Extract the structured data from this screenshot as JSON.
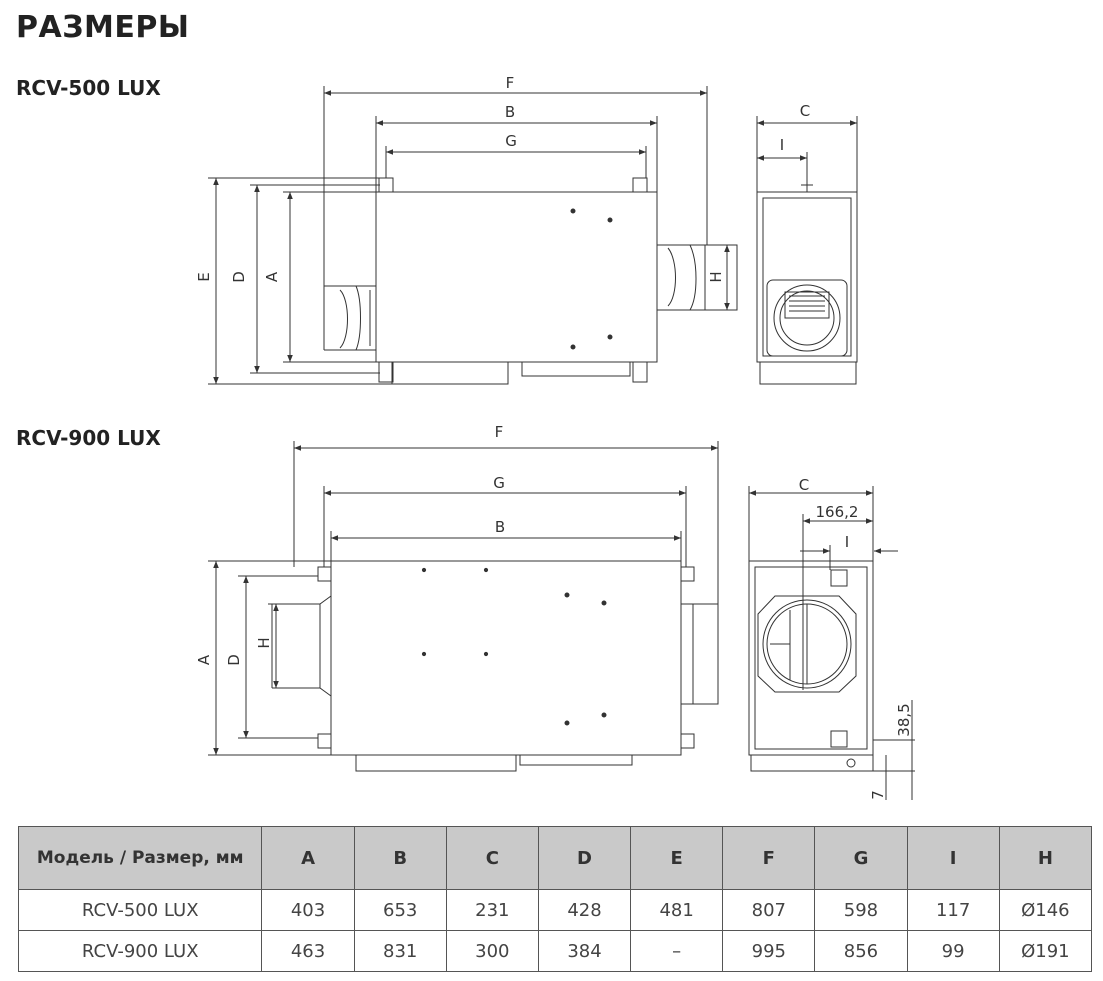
{
  "title": "РАЗМЕРЫ",
  "models": [
    "RCV-500 LUX",
    "RCV-900 LUX"
  ],
  "dim_labels": {
    "d1": {
      "F": "F",
      "B": "B",
      "G": "G",
      "C": "C",
      "I": "I",
      "E": "E",
      "D": "D",
      "A": "A",
      "H": "H"
    },
    "d2": {
      "F": "F",
      "G": "G",
      "B": "B",
      "C": "C",
      "d166": "166,2",
      "I": "I",
      "A": "A",
      "D": "D",
      "H": "H",
      "d38": "38,5",
      "d7": "7"
    }
  },
  "table": {
    "header": [
      "Модель / Размер, мм",
      "A",
      "B",
      "C",
      "D",
      "E",
      "F",
      "G",
      "I",
      "H"
    ],
    "rows": [
      [
        "RCV-500 LUX",
        "403",
        "653",
        "231",
        "428",
        "481",
        "807",
        "598",
        "117",
        "Ø146"
      ],
      [
        "RCV-900 LUX",
        "463",
        "831",
        "300",
        "384",
        "–",
        "995",
        "856",
        "99",
        "Ø191"
      ]
    ]
  }
}
